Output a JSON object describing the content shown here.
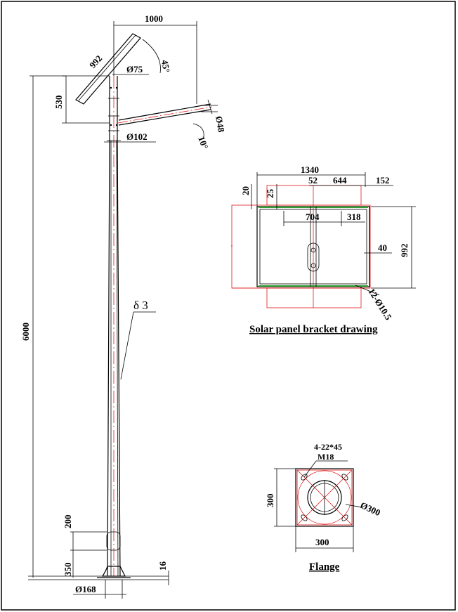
{
  "pole": {
    "height": "6000",
    "arm_length": "1000",
    "panel_length": "992",
    "panel_tilt": "45°",
    "top_dia": "Ø75",
    "bracket_height": "530",
    "arm_dia": "Ø48",
    "arm_tilt": "10°",
    "mid_dia": "Ø102",
    "thickness": "δ 3",
    "door_height": "200",
    "door_base": "350",
    "base_plate": "16",
    "base_dia": "Ø168"
  },
  "bracket": {
    "title": "Solar panel bracket drawing",
    "width": "1340",
    "d52": "52",
    "d644": "644",
    "d152": "152",
    "d20": "20",
    "d25": "25",
    "d704": "704",
    "d318": "318",
    "d40": "40",
    "d992": "992",
    "holes": "12-Ø10.5"
  },
  "flange": {
    "title": "Flange",
    "slots": "4-22*45",
    "bolt": "M18",
    "width": "300",
    "height": "300",
    "pcd": "Ø300"
  }
}
